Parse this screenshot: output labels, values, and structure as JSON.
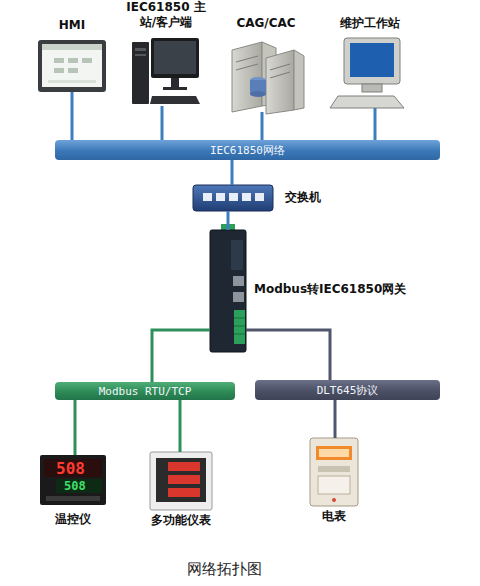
{
  "diagram": {
    "caption": "网络拓扑图",
    "nodes": [
      {
        "text": [
          "HMI"
        ]
      },
      {
        "text": [
          "IEC61850 主站/客户端"
        ]
      },
      {
        "text": [
          "CAG/CAC"
        ]
      },
      {
        "text": [
          "维护工作站"
        ]
      },
      {
        "text": [
          "IEC61850网络"
        ]
      },
      {
        "text": [
          "交换机"
        ]
      },
      {
        "text": [
          "Modbus转IEC61850网关"
        ]
      },
      {
        "text": [
          "Modbus RTU/TCP"
        ]
      },
      {
        "text": [
          "DLT645协议"
        ]
      },
      {
        "text": [
          "温控仪"
        ]
      },
      {
        "text": [
          "多功能仪表"
        ]
      },
      {
        "text": [
          "电表"
        ]
      }
    ],
    "edges": [
      {
        "from": 0,
        "to": 4,
        "arrow": "none"
      },
      {
        "from": 1,
        "to": 4,
        "arrow": "none"
      },
      {
        "from": 2,
        "to": 4,
        "arrow": "none"
      },
      {
        "from": 3,
        "to": 4,
        "arrow": "none"
      },
      {
        "from": 4,
        "to": 5,
        "arrow": "none"
      },
      {
        "from": 5,
        "to": 6,
        "arrow": "none"
      },
      {
        "from": 6,
        "to": 7,
        "arrow": "none"
      },
      {
        "from": 6,
        "to": 8,
        "arrow": "none"
      },
      {
        "from": 7,
        "to": 9,
        "arrow": "none"
      },
      {
        "from": 7,
        "to": 10,
        "arrow": "none"
      },
      {
        "from": 8,
        "to": 11,
        "arrow": "none"
      }
    ],
    "labels": [
      "508",
      "508"
    ]
  }
}
